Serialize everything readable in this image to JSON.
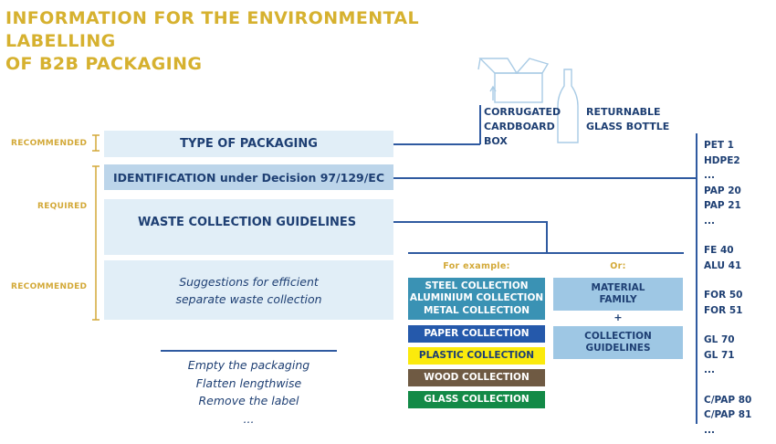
{
  "title": {
    "line1": "INFORMATION FOR THE ENVIRONMENTAL LABELLING",
    "line2": "OF B2B PACKAGING"
  },
  "labels": {
    "recommended_top": "RECOMMENDED",
    "required": "REQUIRED",
    "recommended_bottom": "RECOMMENDED"
  },
  "boxes": {
    "type_of_packaging": "TYPE OF PACKAGING",
    "identification": "IDENTIFICATION under Decision 97/129/EC",
    "waste_collection": "WASTE COLLECTION GUIDELINES",
    "suggestions_line1": "Suggestions for efficient",
    "suggestions_line2": "separate waste collection"
  },
  "examples": {
    "box_line1": "CORRUGATED",
    "box_line2": "CARDBOARD",
    "box_line3": "BOX",
    "bottle_line1": "RETURNABLE",
    "bottle_line2": "GLASS BOTTLE"
  },
  "instructions": [
    "Empty the packaging",
    "Flatten lengthwise",
    "Remove the label",
    "..."
  ],
  "for_example_label": "For example:",
  "or_label": "Or:",
  "collections": [
    {
      "label": "STEEL COLLECTION",
      "color": "#3a92b4"
    },
    {
      "label": "ALUMINIUM COLLECTION",
      "color": "#3a92b4"
    },
    {
      "label": "METAL COLLECTION",
      "color": "#3a92b4"
    },
    {
      "label": "PAPER COLLECTION",
      "color": "#2559ab"
    },
    {
      "label": "PLASTIC COLLECTION",
      "color": "#fbea0c"
    },
    {
      "label": "WOOD COLLECTION",
      "color": "#6f5a43"
    },
    {
      "label": "GLASS COLLECTION",
      "color": "#138a47"
    }
  ],
  "material": {
    "line1": "MATERIAL",
    "line2": "FAMILY",
    "plus": "+",
    "guide_line1": "COLLECTION",
    "guide_line2": "GUIDELINES"
  },
  "codes": {
    "group1": [
      "PET 1",
      "HDPE2",
      "...",
      "PAP 20",
      "PAP 21",
      "..."
    ],
    "group2": [
      "FE 40",
      "ALU 41"
    ],
    "group3": [
      "FOR 50",
      "FOR 51"
    ],
    "group4": [
      "GL 70",
      "GL 71",
      "..."
    ],
    "group5": [
      "C/PAP 80",
      "C/PAP 81",
      "..."
    ]
  },
  "colors": {
    "title": "#d6b12f",
    "navy": "#1e3f73",
    "light_box": "#e1eef7",
    "id_box": "#bcd5ea",
    "metal": "#3a92b4",
    "paper": "#2559ab",
    "plastic": "#fbea0c",
    "wood": "#6f5a43",
    "glass": "#138a47",
    "material_box": "#9ec7e4"
  }
}
